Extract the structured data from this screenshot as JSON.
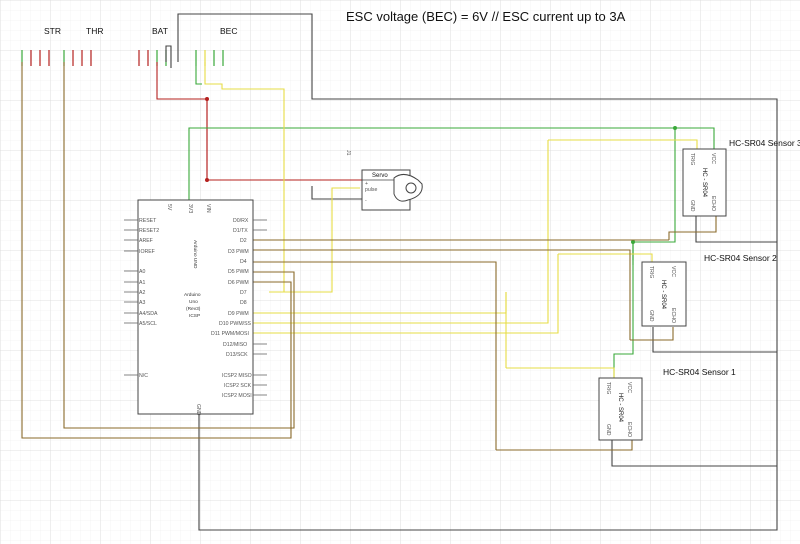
{
  "title": "ESC voltage (BEC) = 6V // ESC current up to 3A",
  "connectors": {
    "str": "STR",
    "thr": "THR",
    "bat": "BAT",
    "bec": "BEC"
  },
  "servo": {
    "ref": "J1",
    "name": "Servo",
    "pin_pulse": "pulse",
    "pin_plus": "+",
    "pin_minus": "-"
  },
  "arduino": {
    "name": "Arduino UNO",
    "subtitle_1": "Arduino",
    "subtitle_2": "Uno",
    "subtitle_3": "(Rev3)",
    "subtitle_4": "ICSP",
    "top_pins": [
      "5V",
      "3V3",
      "VIN"
    ],
    "bottom_pin": "GND",
    "left_pins": [
      "RESET",
      "RESET2",
      "AREF",
      "IOREF",
      "A0",
      "A1",
      "A2",
      "A3",
      "A4/SDA",
      "A5/SCL",
      "N/C"
    ],
    "right_pins": [
      "D0/RX",
      "D1/TX",
      "D2",
      "D3 PWM",
      "D4",
      "D5 PWM",
      "D6 PWM",
      "D7",
      "D8",
      "D9 PWM",
      "D10 PWM/SS",
      "D11 PWM/MOSI",
      "D12/MISO",
      "D13/SCK",
      "ICSP2 MISO",
      "ICSP2 SCK",
      "ICSP2 MOSI"
    ]
  },
  "sensors": [
    {
      "label": "HC-SR04 Sensor 3",
      "part": "HC - SR04",
      "pins": [
        "TRIG",
        "VCC",
        "GND",
        "ECHO"
      ]
    },
    {
      "label": "HC-SR04 Sensor 2",
      "part": "HC - SR04",
      "pins": [
        "TRIG",
        "VCC",
        "GND",
        "ECHO"
      ]
    },
    {
      "label": "HC-SR04 Sensor 1",
      "part": "HC - SR04",
      "pins": [
        "TRIG",
        "VCC",
        "GND",
        "ECHO"
      ]
    }
  ],
  "wire_colors": {
    "black": "#333333",
    "red": "#b5201e",
    "green": "#3aa83a",
    "yellow": "#e6dc45",
    "brown": "#8a6a2a",
    "grid": "#e6e6e6",
    "grid_major": "#d2d2d2"
  }
}
